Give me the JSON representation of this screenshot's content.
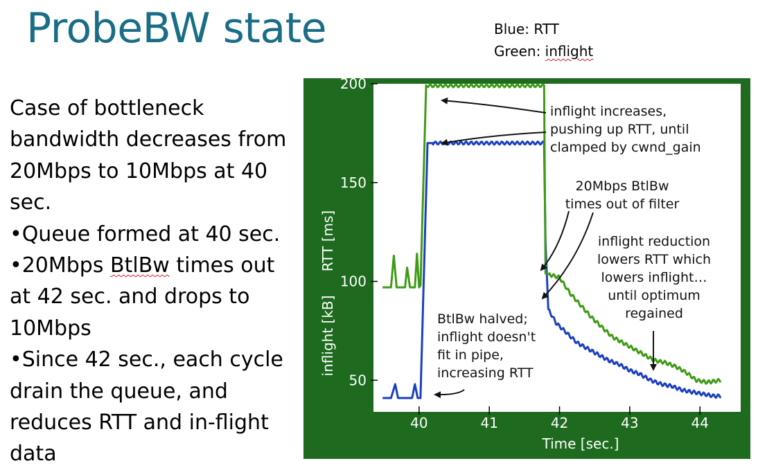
{
  "title": "ProbeBW state",
  "legend_note": {
    "blue": "Blue: RTT",
    "green_prefix": "Green: ",
    "green_word": "inflight"
  },
  "body": {
    "intro": "Case of bottleneck bandwidth decreases from 20Mbps to 10Mbps at 40 sec.",
    "b1": "•Queue formed at 40 sec.",
    "b2_pre": "•20Mbps ",
    "b2_word": "BtlBw",
    "b2_post": " times out at 42 sec. and drops to 10Mbps",
    "b3": "•Since 42 sec., each cycle drain the queue, and reduces RTT and in-flight data"
  },
  "colors": {
    "rtt": "#1a3fc0",
    "inflight": "#3e9b15",
    "frame": "#1e6a1e",
    "title": "#1a6d86"
  },
  "chart_data": {
    "type": "line",
    "xlabel": "Time [sec.]",
    "ylabel_rtt": "RTT [ms]",
    "ylabel_inflight": "inflight [kB]",
    "xlim": [
      39.35,
      44.58
    ],
    "ylim": [
      34,
      200
    ],
    "x_ticks": [
      40,
      41,
      42,
      43,
      44
    ],
    "y_ticks": [
      50,
      100,
      150,
      200
    ],
    "series": [
      {
        "name": "RTT",
        "points": [
          [
            39.48,
            41
          ],
          [
            39.6,
            41
          ],
          [
            39.66,
            48
          ],
          [
            39.7,
            41
          ],
          [
            39.9,
            41
          ],
          [
            39.94,
            48
          ],
          [
            39.98,
            41
          ],
          [
            40.02,
            41
          ],
          [
            40.12,
            170
          ],
          [
            40.2,
            170
          ],
          [
            41.78,
            170
          ],
          [
            41.8,
            120
          ],
          [
            41.84,
            86
          ],
          [
            41.95,
            79
          ],
          [
            42.1,
            74
          ],
          [
            42.25,
            69
          ],
          [
            42.4,
            66
          ],
          [
            42.55,
            63
          ],
          [
            42.7,
            60
          ],
          [
            42.85,
            58
          ],
          [
            43.0,
            55
          ],
          [
            43.15,
            53
          ],
          [
            43.3,
            50
          ],
          [
            43.45,
            48
          ],
          [
            43.6,
            47
          ],
          [
            43.75,
            45
          ],
          [
            43.9,
            44
          ],
          [
            44.05,
            43
          ],
          [
            44.2,
            42
          ],
          [
            44.3,
            42
          ]
        ]
      },
      {
        "name": "inflight",
        "points": [
          [
            39.48,
            97
          ],
          [
            39.6,
            97
          ],
          [
            39.64,
            113
          ],
          [
            39.68,
            97
          ],
          [
            39.8,
            97
          ],
          [
            39.83,
            107
          ],
          [
            39.87,
            97
          ],
          [
            39.94,
            97
          ],
          [
            39.97,
            114
          ],
          [
            40.0,
            97
          ],
          [
            40.02,
            98
          ],
          [
            40.1,
            199
          ],
          [
            41.78,
            199
          ],
          [
            41.8,
            104
          ],
          [
            41.9,
            103
          ],
          [
            42.0,
            102
          ],
          [
            42.15,
            94
          ],
          [
            42.3,
            88
          ],
          [
            42.45,
            82
          ],
          [
            42.6,
            77
          ],
          [
            42.75,
            72
          ],
          [
            42.9,
            69
          ],
          [
            43.05,
            66
          ],
          [
            43.2,
            63
          ],
          [
            43.35,
            60
          ],
          [
            43.5,
            59
          ],
          [
            43.65,
            57
          ],
          [
            43.8,
            54
          ],
          [
            43.95,
            50
          ],
          [
            44.1,
            49
          ],
          [
            44.3,
            50
          ]
        ]
      }
    ],
    "annotations": [
      {
        "lines": [
          "inflight increases,",
          "pushing up RTT, until",
          "clamped by cwnd_gain"
        ]
      },
      {
        "lines": [
          "20Mbps BtlBw",
          "times out of filter"
        ]
      },
      {
        "lines": [
          "inflight reduction",
          "lowers RTT which",
          "lowers inflight…",
          "until optimum",
          "regained"
        ]
      },
      {
        "lines": [
          "BtlBw halved;",
          "inflight doesn't",
          "fit in pipe,",
          "increasing RTT"
        ]
      }
    ]
  }
}
